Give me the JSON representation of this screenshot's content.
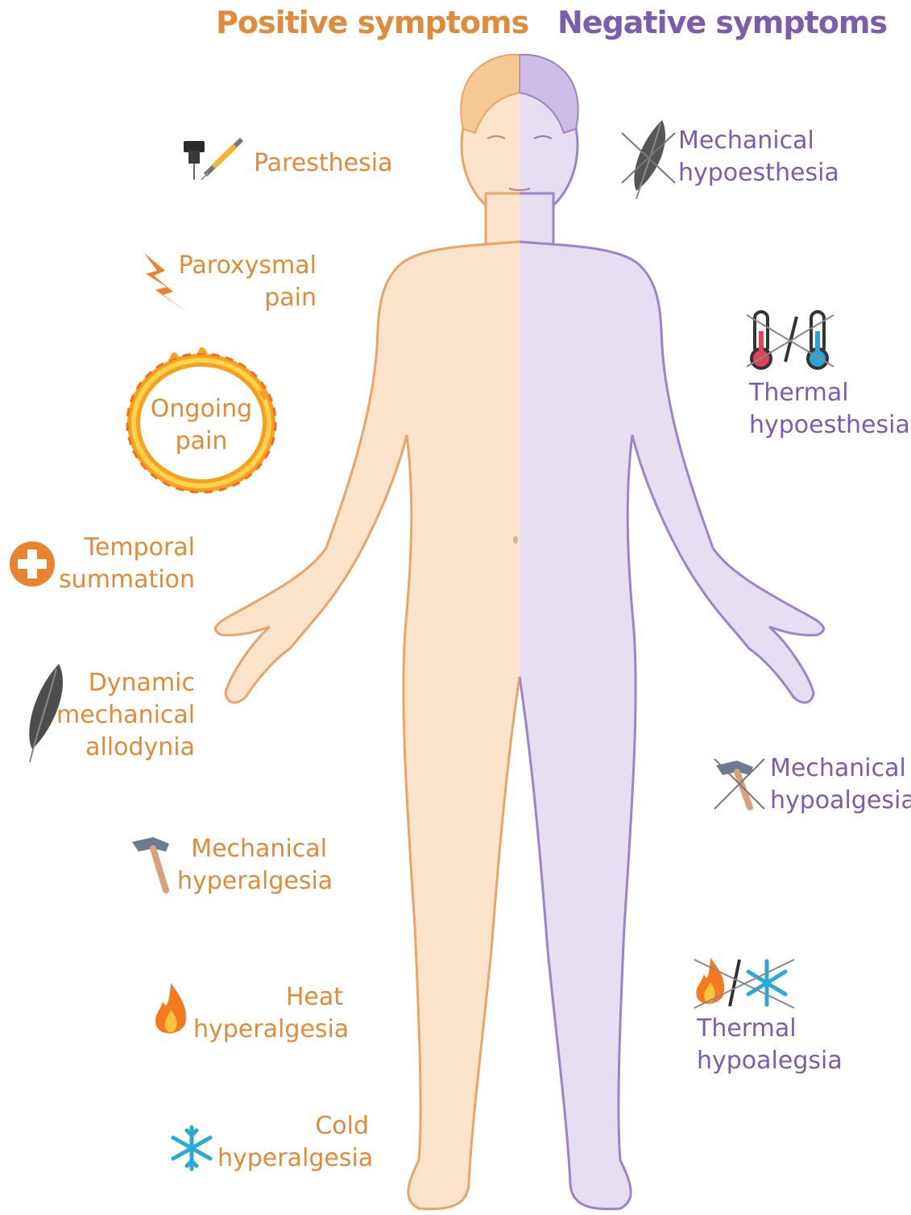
{
  "headers": {
    "positive": "Positive symptoms",
    "negative": "Negative symptoms"
  },
  "positive": {
    "paresthesia": "Paresthesia",
    "paroxysmal_1": "Paroxysmal",
    "paroxysmal_2": "pain",
    "ongoing_1": "Ongoing",
    "ongoing_2": "pain",
    "temporal_1": "Temporal",
    "temporal_2": "summation",
    "dynamic_1": "Dynamic",
    "dynamic_2": "mechanical",
    "dynamic_3": "allodynia",
    "mech_hyper_1": "Mechanical",
    "mech_hyper_2": "hyperalgesia",
    "heat_1": "Heat",
    "heat_2": "hyperalgesia",
    "cold_1": "Cold",
    "cold_2": "hyperalgesia"
  },
  "negative": {
    "mech_hypoes_1": "Mechanical",
    "mech_hypoes_2": "hypoesthesia",
    "thermal_hypoes_1": "Thermal",
    "thermal_hypoes_2": "hypoesthesia",
    "mech_hypoal_1": "Mechanical",
    "mech_hypoal_2": "hypoalgesia",
    "thermal_hypoal_1": "Thermal",
    "thermal_hypoal_2": "hypoalegsia"
  },
  "colors": {
    "positive": "#E08B3A",
    "negative": "#7E5CAD",
    "skin_left": "#FCE3CC",
    "skin_right": "#E6DEF3"
  }
}
